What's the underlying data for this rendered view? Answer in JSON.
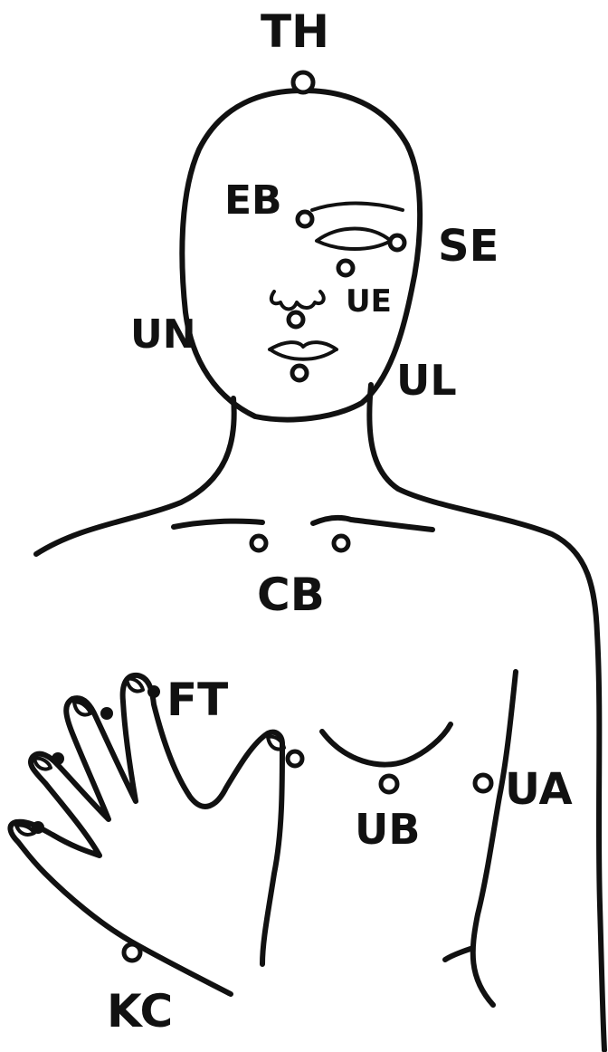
{
  "labels": {
    "th": "TH",
    "eb": "EB",
    "se": "SE",
    "ue": "UE",
    "un": "UN",
    "ul": "UL",
    "cb": "CB",
    "ft": "FT",
    "ua": "UA",
    "ub": "UB",
    "kc": "KC"
  },
  "colors": {
    "ink": "#111111",
    "background": "#ffffff"
  }
}
